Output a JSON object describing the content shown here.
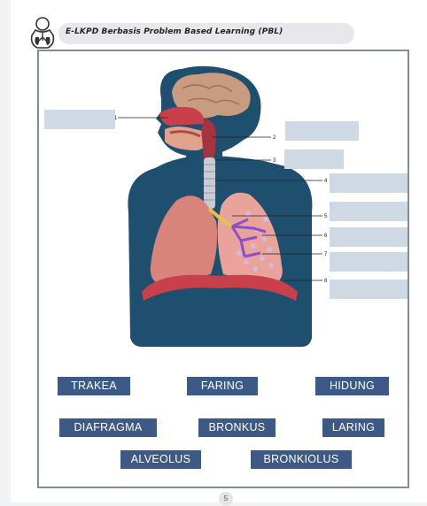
{
  "header": {
    "title": "E-LKPD Berbasis Problem Based Learning (PBL)",
    "icon": "lungs-head-icon"
  },
  "diagram": {
    "callout_numbers": [
      "1",
      "2",
      "3",
      "4",
      "5",
      "6",
      "7",
      "8"
    ]
  },
  "word_bank": [
    "TRAKEA",
    "FARING",
    "HIDUNG",
    "DIAFRAGMA",
    "BRONKUS",
    "LARING",
    "ALVEOLUS",
    "BRONKIOLUS"
  ],
  "footer": {
    "page_number": "5"
  },
  "colors": {
    "word_chip": "#3d5a86",
    "answer_box": "#cfd9e3",
    "frame_border": "#7b8fa1",
    "torso": "#1f4f6e"
  }
}
